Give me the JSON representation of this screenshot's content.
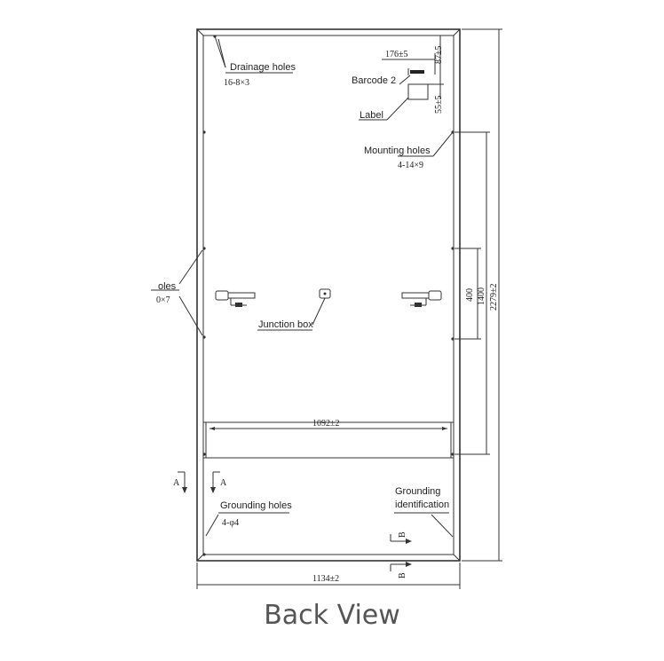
{
  "caption": "Back View",
  "labels": {
    "drainage_holes": "Drainage holes",
    "drainage_spec": "16-8×3",
    "barcode": "Barcode 2",
    "label": "Label",
    "mounting_holes": "Mounting holes",
    "mounting_spec": "4-14×9",
    "side_holes": "oles",
    "side_spec": "0×7",
    "junction_box": "Junction box",
    "grounding_holes": "Grounding holes",
    "grounding_spec": "4-φ4",
    "grounding_id_1": "Grounding",
    "grounding_id_2": "identification",
    "section_a_left": "A",
    "section_a_right": "A",
    "section_b_top": "B",
    "section_b_bottom": "B"
  },
  "dimensions": {
    "top_offset": "176±5",
    "label_offset_1": "87±5",
    "label_offset_2": "55±5",
    "inner_width": "1092±2",
    "outer_width": "1134±2",
    "span_400": "400",
    "span_1400": "1400",
    "height": "2279±2"
  }
}
